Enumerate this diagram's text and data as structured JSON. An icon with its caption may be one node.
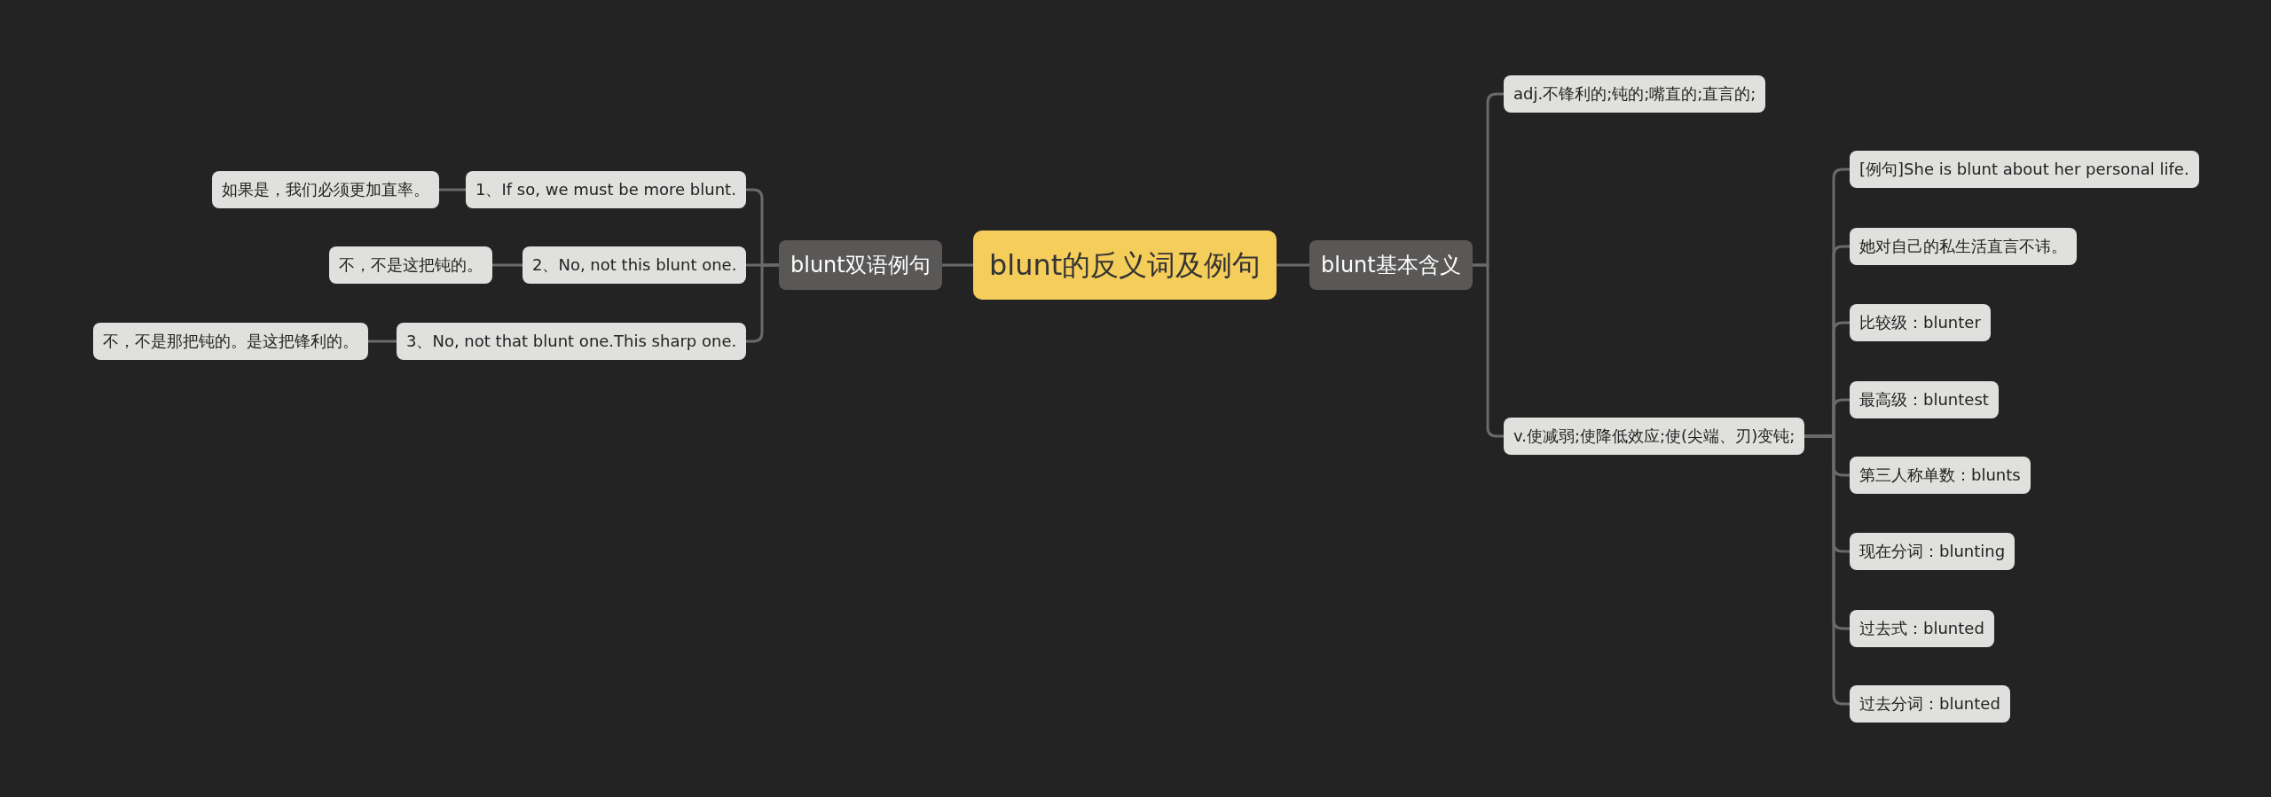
{
  "diagram": {
    "nodes": [
      {
        "text": [
          "blunt的反义词及例句"
        ]
      },
      {
        "text": [
          "blunt双语例句"
        ]
      },
      {
        "text": [
          "1、If so, we must be more blunt."
        ]
      },
      {
        "text": [
          "如果是，我们必须更加直率。"
        ]
      },
      {
        "text": [
          "2、No, not this blunt one."
        ]
      },
      {
        "text": [
          "不，不是这把钝的。"
        ]
      },
      {
        "text": [
          "3、No, not that blunt one.This sharp one."
        ]
      },
      {
        "text": [
          "不，不是那把钝的。是这把锋利的。"
        ]
      },
      {
        "text": [
          "blunt基本含义"
        ]
      },
      {
        "text": [
          "adj.不锋利的;钝的;嘴直的;直言的;"
        ]
      },
      {
        "text": [
          "v.使减弱;使降低效应;使(尖端、刃)变钝;"
        ]
      },
      {
        "text": [
          "[例句]She is blunt about her personal life."
        ]
      },
      {
        "text": [
          "她对自己的私生活直言不讳。"
        ]
      },
      {
        "text": [
          "比较级：blunter"
        ]
      },
      {
        "text": [
          "最高级：bluntest"
        ]
      },
      {
        "text": [
          "第三人称单数：blunts"
        ]
      },
      {
        "text": [
          "现在分词：blunting"
        ]
      },
      {
        "text": [
          "过去式：blunted"
        ]
      },
      {
        "text": [
          "过去分词：blunted"
        ]
      }
    ],
    "edges": [
      {
        "from": 0,
        "to": 1,
        "arrow": "none"
      },
      {
        "from": 1,
        "to": 2,
        "arrow": "none"
      },
      {
        "from": 2,
        "to": 3,
        "arrow": "none"
      },
      {
        "from": 1,
        "to": 4,
        "arrow": "none"
      },
      {
        "from": 4,
        "to": 5,
        "arrow": "none"
      },
      {
        "from": 1,
        "to": 6,
        "arrow": "none"
      },
      {
        "from": 6,
        "to": 7,
        "arrow": "none"
      },
      {
        "from": 0,
        "to": 8,
        "arrow": "none"
      },
      {
        "from": 8,
        "to": 9,
        "arrow": "none"
      },
      {
        "from": 8,
        "to": 10,
        "arrow": "none"
      },
      {
        "from": 10,
        "to": 11,
        "arrow": "none"
      },
      {
        "from": 10,
        "to": 12,
        "arrow": "none"
      },
      {
        "from": 10,
        "to": 13,
        "arrow": "none"
      },
      {
        "from": 10,
        "to": 14,
        "arrow": "none"
      },
      {
        "from": 10,
        "to": 15,
        "arrow": "none"
      },
      {
        "from": 10,
        "to": 16,
        "arrow": "none"
      },
      {
        "from": 10,
        "to": 17,
        "arrow": "none"
      },
      {
        "from": 10,
        "to": 18,
        "arrow": "none"
      }
    ]
  }
}
